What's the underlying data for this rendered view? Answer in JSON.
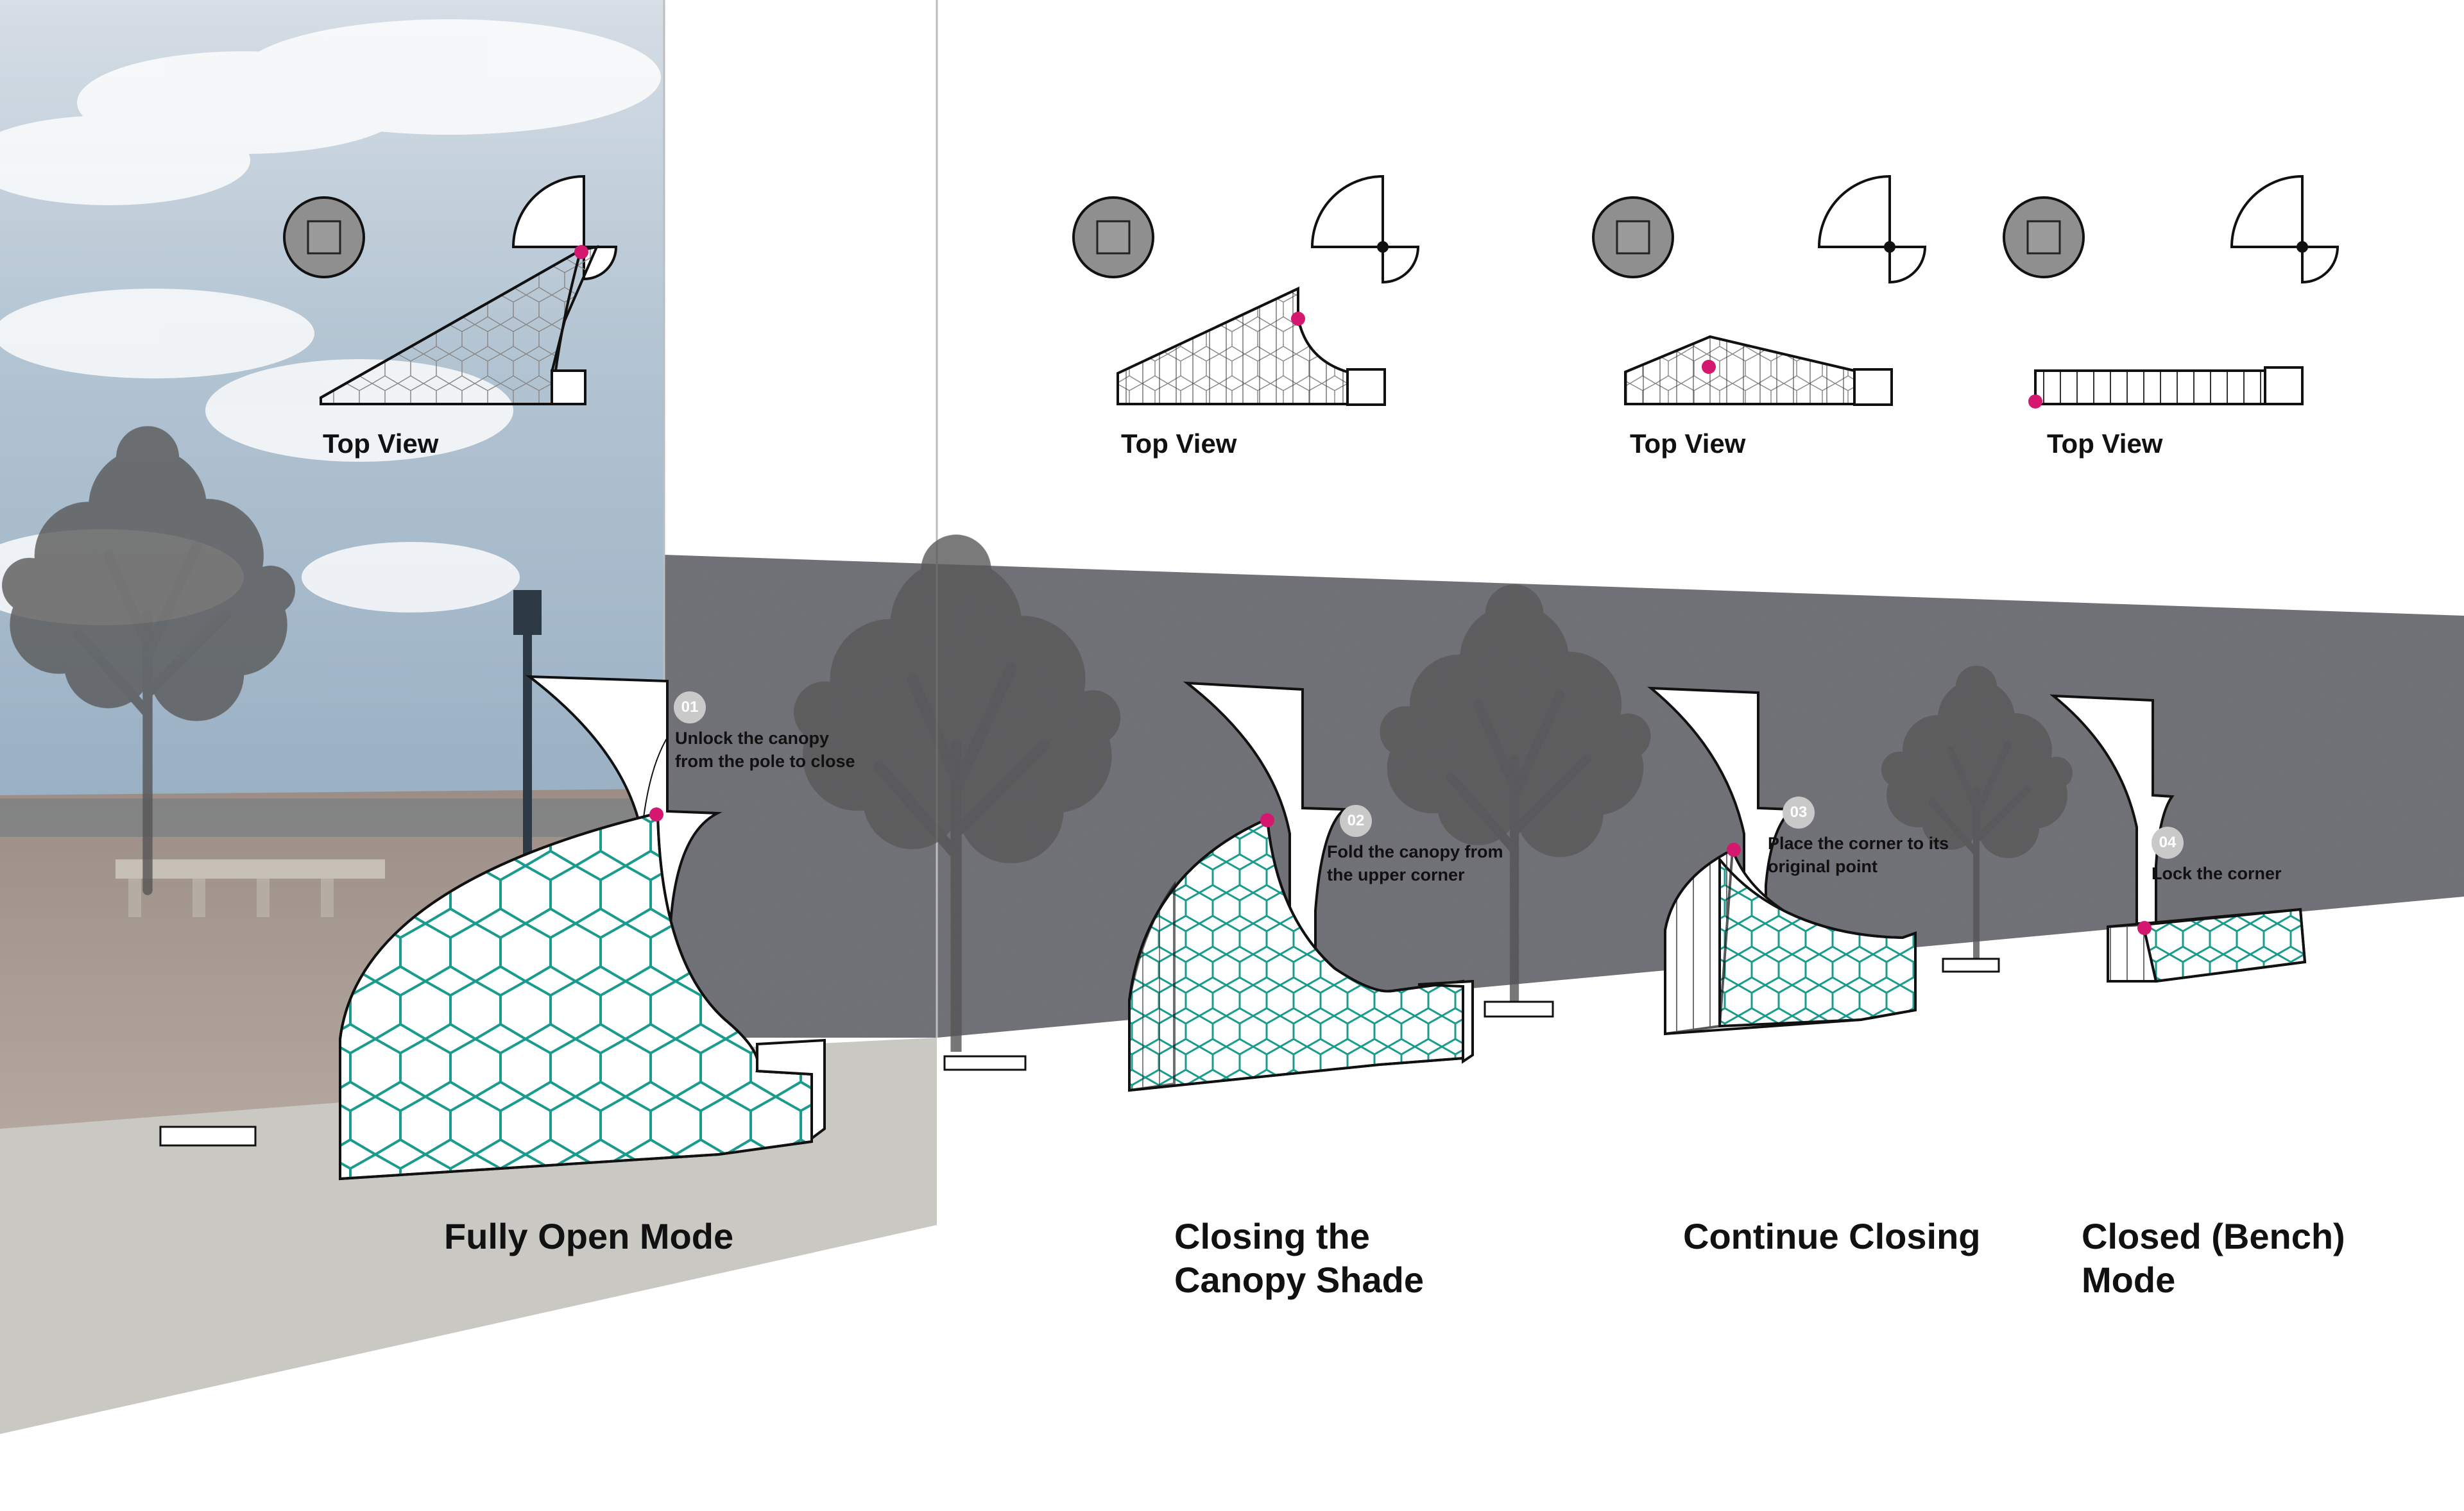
{
  "diagram": {
    "stages": [
      {
        "top_view_label": "Top View",
        "mode_title": "Fully Open Mode",
        "step": {
          "number": "01",
          "text": "Unlock the canopy from the pole to close"
        }
      },
      {
        "top_view_label": "Top View",
        "mode_title": "Closing the Canopy Shade",
        "step": {
          "number": "02",
          "text": "Fold the canopy from the upper corner"
        }
      },
      {
        "top_view_label": "Top View",
        "mode_title": "Continue Closing",
        "step": {
          "number": "03",
          "text": "Place the corner to its original point"
        }
      },
      {
        "top_view_label": "Top View",
        "mode_title": "Closed (Bench) Mode",
        "step": {
          "number": "04",
          "text": "Lock the corner"
        }
      }
    ],
    "colors": {
      "canopy_mesh": "#1a9b8e",
      "pivot_marker": "#d4176f",
      "wall": "#6e6f75",
      "ground": "#c9c8c3",
      "sky": "#9fb6c8",
      "tree_silhouette": "#5a5a5a",
      "outline": "#111111"
    }
  }
}
